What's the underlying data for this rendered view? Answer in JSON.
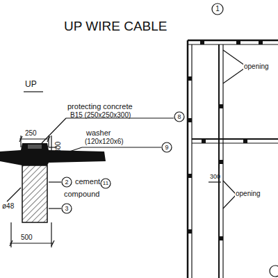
{
  "diagram": {
    "title": "UP WIRE CABLE",
    "labels": [
      "UP",
      "protecting concrete",
      "B15 (250x250x300)",
      "8",
      "250",
      "300",
      "washer",
      "(120x120x6)",
      "9",
      "2",
      "cement",
      "11",
      "compound",
      "3",
      "ø48",
      "500",
      "1",
      "opening",
      "300",
      "opening"
    ]
  }
}
